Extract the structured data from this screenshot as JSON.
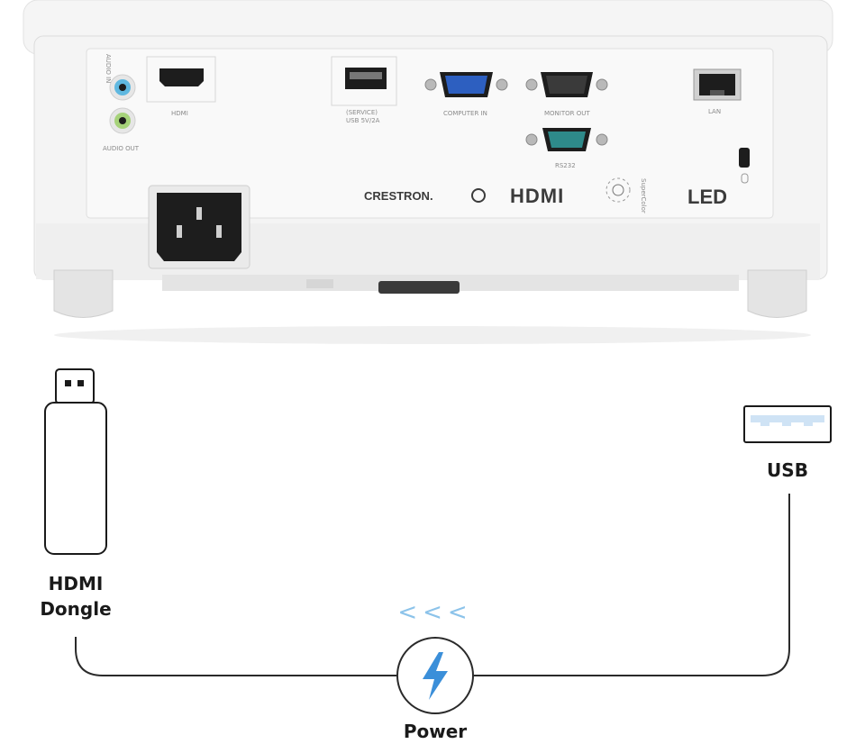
{
  "projector": {
    "port_labels": {
      "audio_in": "AUDIO IN",
      "audio_out": "AUDIO OUT",
      "hdmi": "HDMI",
      "usb": "USB 5V/2A",
      "service": "(SERVICE)",
      "computer_in": "COMPUTER IN",
      "monitor_out": "MONITOR OUT",
      "rs232": "RS232",
      "lan": "LAN"
    },
    "logos": {
      "crestron": "CRESTRON.",
      "hdmi": "HDMI",
      "supercolor": "SuperColor",
      "led": "LED"
    }
  },
  "diagram": {
    "hdmi_dongle_label_line1": "HDMI",
    "hdmi_dongle_label_line2": "Dongle",
    "usb_label": "USB",
    "power_label": "Power",
    "direction_arrows": "<<<"
  },
  "colors": {
    "accent_blue": "#3b8fd9",
    "line": "#2a2a2a",
    "body_white": "#f3f3f3",
    "port_dark": "#1d1d1d"
  },
  "icons": [
    "hdmi-dongle-icon",
    "usb-port-icon",
    "power-bolt-icon"
  ]
}
